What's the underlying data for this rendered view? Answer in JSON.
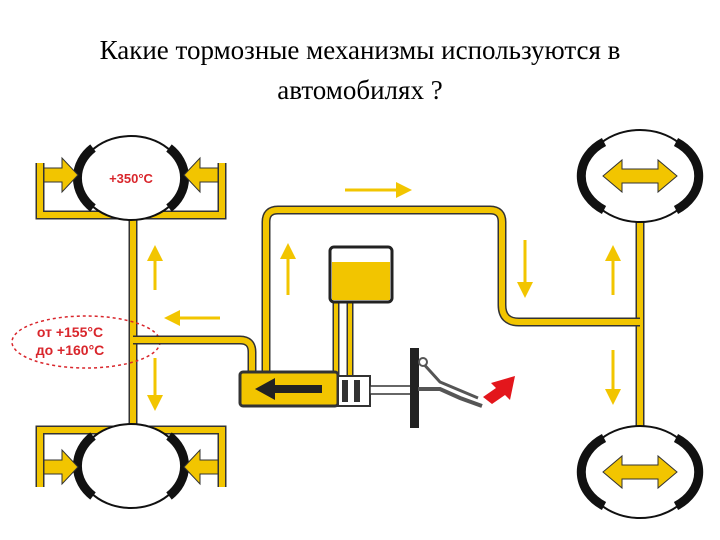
{
  "slide": {
    "title_line1": "Какие тормозные механизмы используются в",
    "title_line2": "автомобилях ?"
  },
  "labels": {
    "front_disc_temp": "+350°C",
    "drum_temp_line1": "от +155°C",
    "drum_temp_line2": "до +160°C"
  },
  "colors": {
    "pipe": "#f2c500",
    "pipe_outline": "#3a3a3a",
    "arrow_red": "#e3161c",
    "label_red": "#d9262c"
  },
  "icons": [
    "wheel-icon",
    "caliper-arrow-icon",
    "flow-arrow-icon",
    "brake-pedal-icon",
    "push-arrow-icon"
  ]
}
